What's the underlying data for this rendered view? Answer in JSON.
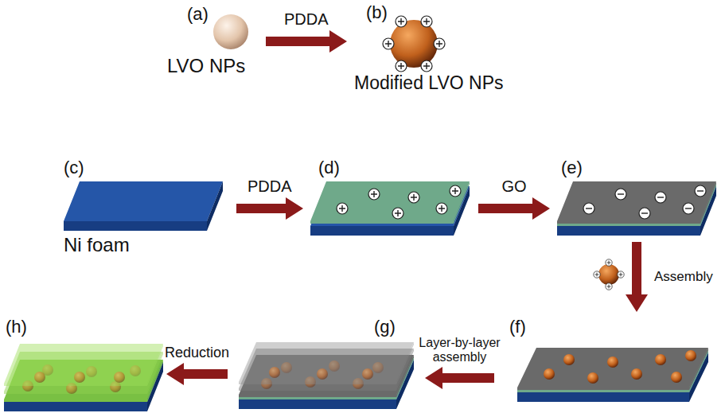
{
  "diagram": {
    "nodes": [
      {
        "text": [
          "(a)",
          "LVO NPs"
        ]
      },
      {
        "text": [
          "(b)",
          "Modified LVO NPs"
        ]
      },
      {
        "text": [
          "(c)",
          "Ni foam"
        ]
      },
      {
        "text": [
          "(d)"
        ]
      },
      {
        "text": [
          "(e)"
        ]
      },
      {
        "text": [
          "(f)"
        ]
      },
      {
        "text": [
          "(g)"
        ]
      },
      {
        "text": [
          "(h)"
        ]
      }
    ],
    "edges": [
      {
        "from": 0,
        "to": 1,
        "label": "PDDA",
        "arrow": "to"
      },
      {
        "from": 2,
        "to": 3,
        "label": "PDDA",
        "arrow": "to"
      },
      {
        "from": 3,
        "to": 4,
        "label": "GO",
        "arrow": "to"
      },
      {
        "from": 4,
        "to": 5,
        "label": "Assembly",
        "arrow": "to"
      },
      {
        "from": 5,
        "to": 6,
        "label": "Layer-by-layer assembly",
        "arrow": "to"
      },
      {
        "from": 6,
        "to": 7,
        "label": "Reduction",
        "arrow": "to"
      }
    ]
  }
}
